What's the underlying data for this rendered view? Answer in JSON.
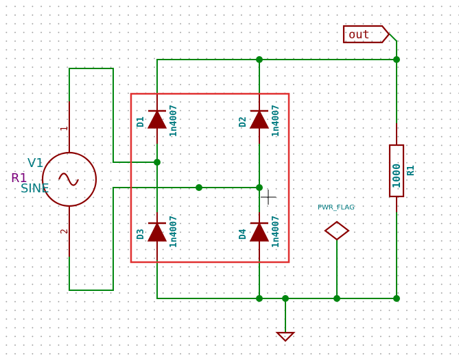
{
  "v1": {
    "ref": "V1",
    "value": "SINE",
    "field": "R1",
    "pin1": "1",
    "pin2": "2"
  },
  "d1": {
    "ref": "D1",
    "value": "1n4007"
  },
  "d2": {
    "ref": "D2",
    "value": "1n4007"
  },
  "d3": {
    "ref": "D3",
    "value": "1n4007"
  },
  "d4": {
    "ref": "D4",
    "value": "1n4007"
  },
  "r1": {
    "ref": "R1",
    "value": "1000"
  },
  "pwr_flag": {
    "label": "PWR_FLAG"
  },
  "out_label": {
    "text": "out"
  },
  "colors": {
    "wire": "#00860f",
    "component": "#8b0000",
    "text": "#007a80",
    "selection": "#e03030"
  }
}
